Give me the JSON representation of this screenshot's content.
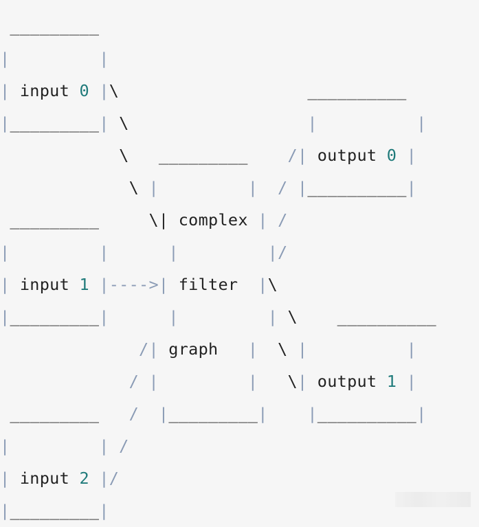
{
  "diagram": {
    "lines": [
      [],
      [
        {
          "t": " _________",
          "c": "u"
        }
      ],
      [
        {
          "t": "|",
          "c": "s"
        },
        {
          "t": "         "
        },
        {
          "t": "|",
          "c": "s"
        }
      ],
      [
        {
          "t": "|",
          "c": "s"
        },
        {
          "t": " input ",
          "c": "t"
        },
        {
          "t": "0",
          "c": "n"
        },
        {
          "t": " "
        },
        {
          "t": "|",
          "c": "s"
        },
        {
          "t": "\\",
          "c": "t"
        },
        {
          "t": "                   "
        },
        {
          "t": "__________",
          "c": "u"
        }
      ],
      [
        {
          "t": "|",
          "c": "s"
        },
        {
          "t": "_________",
          "c": "u"
        },
        {
          "t": "|",
          "c": "s"
        },
        {
          "t": " "
        },
        {
          "t": "\\",
          "c": "t"
        },
        {
          "t": "                  "
        },
        {
          "t": "|",
          "c": "s"
        },
        {
          "t": "          "
        },
        {
          "t": "|",
          "c": "s"
        }
      ],
      [
        {
          "t": "            "
        },
        {
          "t": "\\",
          "c": "t"
        },
        {
          "t": "   "
        },
        {
          "t": "_________",
          "c": "u"
        },
        {
          "t": "    "
        },
        {
          "t": "/",
          "c": "s"
        },
        {
          "t": "|",
          "c": "s"
        },
        {
          "t": " output ",
          "c": "t"
        },
        {
          "t": "0",
          "c": "n"
        },
        {
          "t": " "
        },
        {
          "t": "|",
          "c": "s"
        }
      ],
      [
        {
          "t": "             "
        },
        {
          "t": "\\",
          "c": "t"
        },
        {
          "t": " "
        },
        {
          "t": "|",
          "c": "s"
        },
        {
          "t": "         "
        },
        {
          "t": "|",
          "c": "s"
        },
        {
          "t": "  "
        },
        {
          "t": "/",
          "c": "s"
        },
        {
          "t": " "
        },
        {
          "t": "|",
          "c": "s"
        },
        {
          "t": "__________",
          "c": "u"
        },
        {
          "t": "|",
          "c": "s"
        }
      ],
      [
        {
          "t": " _________",
          "c": "u"
        },
        {
          "t": "     "
        },
        {
          "t": "\\",
          "c": "t"
        },
        {
          "t": "|",
          "c": "t"
        },
        {
          "t": " complex ",
          "c": "t"
        },
        {
          "t": "|",
          "c": "s"
        },
        {
          "t": " "
        },
        {
          "t": "/",
          "c": "s"
        }
      ],
      [
        {
          "t": "|",
          "c": "s"
        },
        {
          "t": "         "
        },
        {
          "t": "|",
          "c": "s"
        },
        {
          "t": "      "
        },
        {
          "t": "|",
          "c": "s"
        },
        {
          "t": "         "
        },
        {
          "t": "|",
          "c": "s"
        },
        {
          "t": "/",
          "c": "s"
        }
      ],
      [
        {
          "t": "|",
          "c": "s"
        },
        {
          "t": " input ",
          "c": "t"
        },
        {
          "t": "1",
          "c": "n"
        },
        {
          "t": " "
        },
        {
          "t": "|----&gt;|",
          "c": "s"
        },
        {
          "t": " filter  ",
          "c": "t"
        },
        {
          "t": "|",
          "c": "s"
        },
        {
          "t": "\\",
          "c": "t"
        }
      ],
      [
        {
          "t": "|",
          "c": "s"
        },
        {
          "t": "_________",
          "c": "u"
        },
        {
          "t": "|",
          "c": "s"
        },
        {
          "t": "      "
        },
        {
          "t": "|",
          "c": "s"
        },
        {
          "t": "         "
        },
        {
          "t": "|",
          "c": "s"
        },
        {
          "t": " "
        },
        {
          "t": "\\",
          "c": "t"
        },
        {
          "t": "    "
        },
        {
          "t": "__________",
          "c": "u"
        }
      ],
      [
        {
          "t": "              "
        },
        {
          "t": "/",
          "c": "s"
        },
        {
          "t": "|",
          "c": "s"
        },
        {
          "t": " graph   ",
          "c": "t"
        },
        {
          "t": "|",
          "c": "s"
        },
        {
          "t": "  "
        },
        {
          "t": "\\",
          "c": "t"
        },
        {
          "t": " "
        },
        {
          "t": "|",
          "c": "s"
        },
        {
          "t": "          "
        },
        {
          "t": "|",
          "c": "s"
        }
      ],
      [
        {
          "t": "             "
        },
        {
          "t": "/",
          "c": "s"
        },
        {
          "t": " "
        },
        {
          "t": "|",
          "c": "s"
        },
        {
          "t": "         "
        },
        {
          "t": "|",
          "c": "s"
        },
        {
          "t": "   "
        },
        {
          "t": "\\",
          "c": "t"
        },
        {
          "t": "|",
          "c": "s"
        },
        {
          "t": " output ",
          "c": "t"
        },
        {
          "t": "1",
          "c": "n"
        },
        {
          "t": " "
        },
        {
          "t": "|",
          "c": "s"
        }
      ],
      [
        {
          "t": " _________",
          "c": "u"
        },
        {
          "t": "   "
        },
        {
          "t": "/",
          "c": "s"
        },
        {
          "t": "  "
        },
        {
          "t": "|",
          "c": "s"
        },
        {
          "t": "_________",
          "c": "u"
        },
        {
          "t": "|",
          "c": "s"
        },
        {
          "t": "    "
        },
        {
          "t": "|",
          "c": "s"
        },
        {
          "t": "__________",
          "c": "u"
        },
        {
          "t": "|",
          "c": "s"
        }
      ],
      [
        {
          "t": "|",
          "c": "s"
        },
        {
          "t": "         "
        },
        {
          "t": "|",
          "c": "s"
        },
        {
          "t": " "
        },
        {
          "t": "/",
          "c": "s"
        }
      ],
      [
        {
          "t": "|",
          "c": "s"
        },
        {
          "t": " input ",
          "c": "t"
        },
        {
          "t": "2",
          "c": "n"
        },
        {
          "t": " "
        },
        {
          "t": "|",
          "c": "s"
        },
        {
          "t": "/",
          "c": "s"
        }
      ],
      [
        {
          "t": "|",
          "c": "s"
        },
        {
          "t": "_________",
          "c": "u"
        },
        {
          "t": "|",
          "c": "s"
        }
      ]
    ]
  },
  "colors": {
    "background": "#f6f6f6",
    "text": "#222222",
    "border": "#8a9bb5",
    "number": "#1f7a7a"
  }
}
